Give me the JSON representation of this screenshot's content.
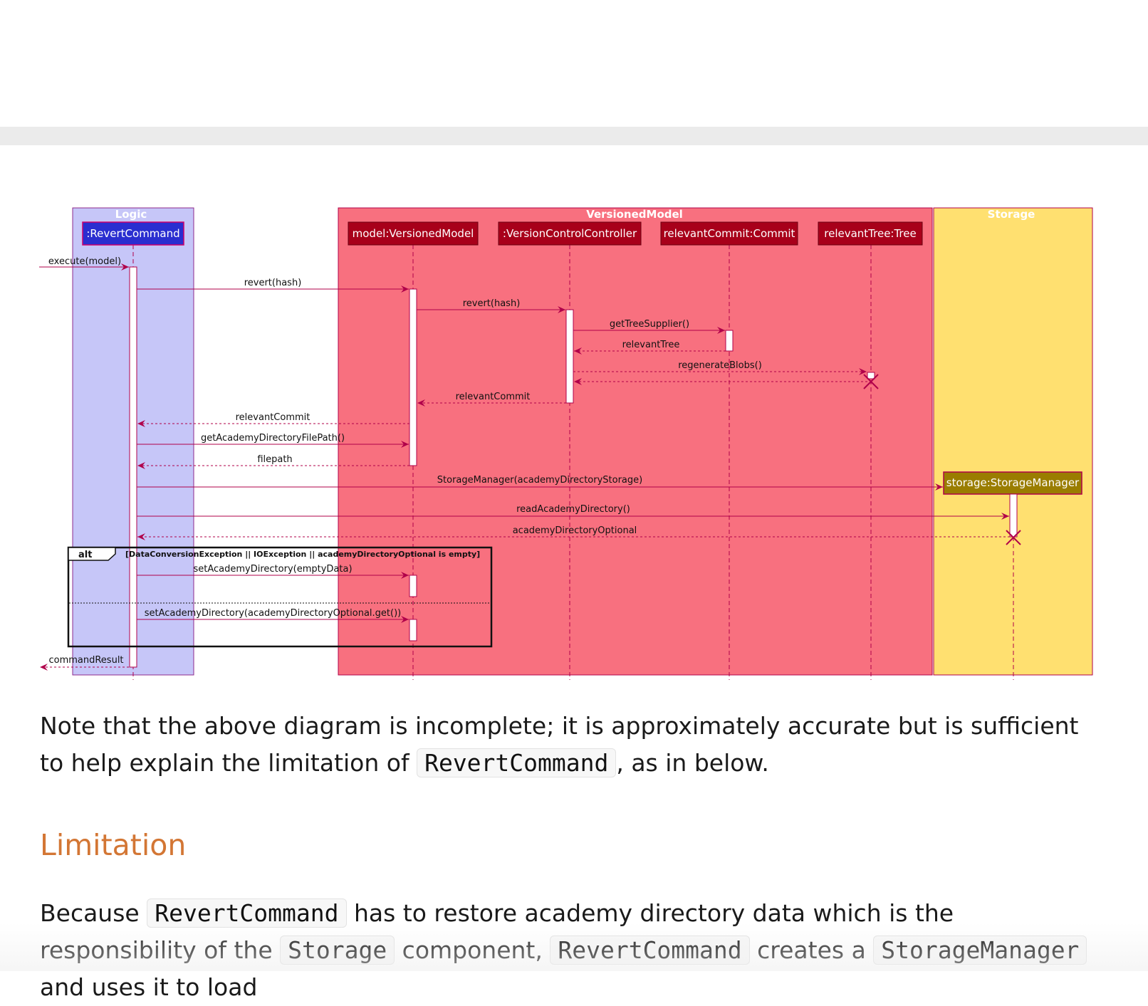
{
  "diagram": {
    "boxes": {
      "logic": "Logic",
      "versioned": "VersionedModel",
      "storage": "Storage"
    },
    "participants": {
      "revertCommand": ":RevertCommand",
      "model": "model:VersionedModel",
      "controller": ":VersionControlController",
      "commit": "relevantCommit:Commit",
      "tree": "relevantTree:Tree",
      "storageManager": "storage:StorageManager"
    },
    "messages": {
      "m1": "execute(model)",
      "m2": "revert(hash)",
      "m3": "revert(hash)",
      "m4": "getTreeSupplier()",
      "m5": "relevantTree",
      "m6": "regenerateBlobs()",
      "m7": "relevantCommit",
      "m8": "relevantCommit",
      "m9": "getAcademyDirectoryFilePath()",
      "m10": "filepath",
      "m11": "StorageManager(academyDirectoryStorage)",
      "m12": "readAcademyDirectory()",
      "m13": "academyDirectoryOptional",
      "m14": "setAcademyDirectory(emptyData)",
      "m15": "setAcademyDirectory(academyDirectoryOptional.get())",
      "m16": "commandResult"
    },
    "alt": {
      "label": "alt",
      "condition": "[DataConversionException || IOException || academyDirectoryOptional is empty]"
    },
    "colors": {
      "logic_fill": "#c6c6f8",
      "versioned_fill": "#f8707f",
      "storage_fill": "#ffe070",
      "participant_logic": "#2a2ed0",
      "participant_versioned": "#a8001a",
      "participant_storage": "#9a7d00",
      "arrow": "#b0004a"
    }
  },
  "text": {
    "p1_a": "Note that the above diagram is incomplete; it is approximately accurate but is sufficient to help explain the limitation of ",
    "p1_code": "RevertCommand",
    "p1_b": ", as in below.",
    "heading": "Limitation",
    "p2_a": "Because ",
    "p2_code1": "RevertCommand",
    "p2_b": " has to restore academy directory data which is the responsibility of the ",
    "p2_code2": "Storage",
    "p2_c": " component, ",
    "p2_code3": "RevertCommand",
    "p2_d": " creates a ",
    "p2_code4": "StorageManager",
    "p2_e": " and uses it to load"
  }
}
